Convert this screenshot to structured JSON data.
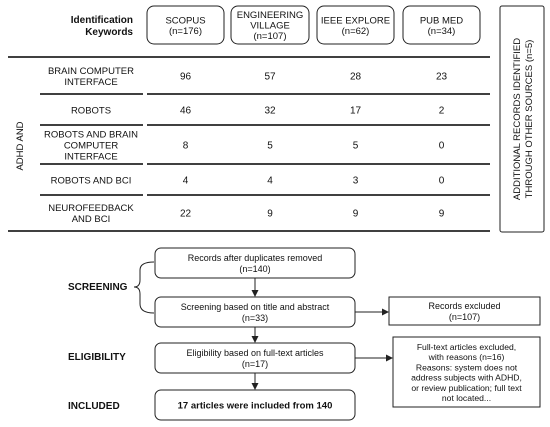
{
  "header": {
    "keywords_label": [
      "Identification",
      "Keywords"
    ],
    "sources": [
      {
        "lines": [
          "SCOPUS",
          "(n=176)"
        ]
      },
      {
        "lines": [
          "ENGINEERING",
          "VILLAGE",
          "(n=107)"
        ]
      },
      {
        "lines": [
          "IEEE EXPLORE",
          "(n=62)"
        ]
      },
      {
        "lines": [
          "PUB MED",
          "(n=34)"
        ]
      }
    ]
  },
  "side_group_label": "ADHD AND",
  "additional_records": [
    "ADDITIONAL RECORDS IDENTIFIED",
    "THROUGH OTHER SOURCES (n=5)"
  ],
  "rows": [
    {
      "label": [
        "BRAIN COMPUTER",
        "INTERFACE"
      ],
      "values": [
        "96",
        "57",
        "28",
        "23"
      ]
    },
    {
      "label": [
        "ROBOTS"
      ],
      "values": [
        "46",
        "32",
        "17",
        "2"
      ]
    },
    {
      "label": [
        "ROBOTS AND BRAIN",
        "COMPUTER",
        "INTERFACE"
      ],
      "values": [
        "8",
        "5",
        "5",
        "0"
      ]
    },
    {
      "label": [
        "ROBOTS AND BCI"
      ],
      "values": [
        "4",
        "4",
        "3",
        "0"
      ]
    },
    {
      "label": [
        "NEUROFEEDBACK",
        "AND BCI"
      ],
      "values": [
        "22",
        "9",
        "9",
        "9"
      ]
    }
  ],
  "stages": {
    "screening": "SCREENING",
    "eligibility": "ELIGIBILITY",
    "included": "INCLUDED"
  },
  "flow": {
    "duplicates": [
      "Records after duplicates removed",
      "(n=140)"
    ],
    "screening": [
      "Screening based on title and abstract",
      "(n=33)"
    ],
    "eligibility": [
      "Eligibility based on full-text articles",
      "(n=17)"
    ],
    "included": [
      "17 articles were included from 140"
    ],
    "excluded": [
      "Records excluded",
      "(n=107)"
    ],
    "fulltext_excluded": [
      "Full-text articles excluded,",
      "with reasons (n=16)",
      "Reasons: system does not",
      "address subjects with ADHD,",
      "or review publication; full text",
      "not located..."
    ]
  }
}
